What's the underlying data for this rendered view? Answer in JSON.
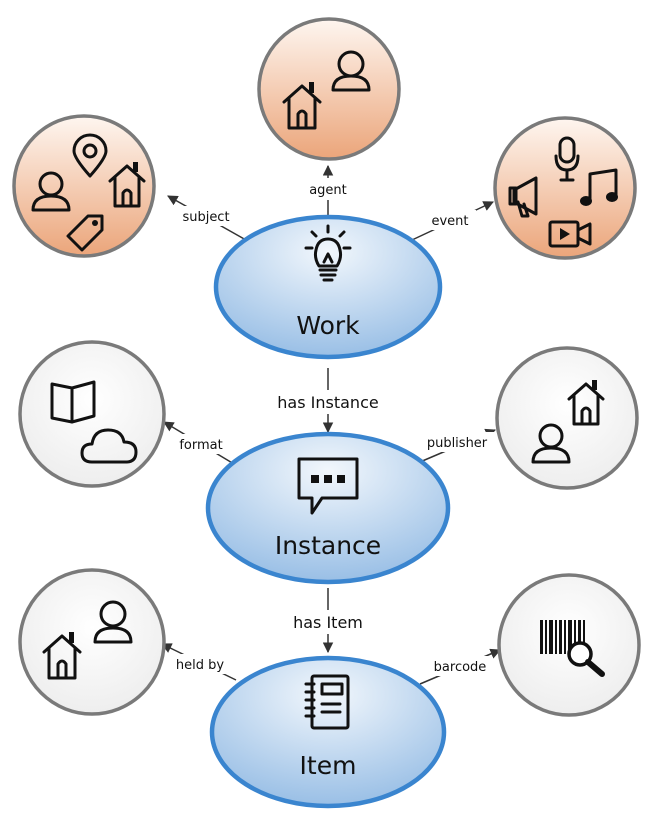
{
  "nodes": {
    "work": {
      "label": "Work",
      "icon": "lightbulb-icon"
    },
    "instance": {
      "label": "Instance",
      "icon": "speech-bubble-icon"
    },
    "item": {
      "label": "Item",
      "icon": "notebook-icon"
    }
  },
  "relations": {
    "agent": "agent",
    "subject": "subject",
    "event": "event",
    "has_instance": "has Instance",
    "format": "format",
    "publisher": "publisher",
    "has_item": "has Item",
    "held_by": "held by",
    "barcode": "barcode"
  },
  "property_circles": {
    "agent": [
      "house-icon",
      "person-icon"
    ],
    "subject": [
      "person-icon",
      "location-pin-icon",
      "house-icon",
      "tag-icon"
    ],
    "event": [
      "microphone-icon",
      "megaphone-icon",
      "music-note-icon",
      "video-camera-icon"
    ],
    "format": [
      "book-icon",
      "cloud-icon"
    ],
    "publisher": [
      "house-icon",
      "person-icon"
    ],
    "held_by": [
      "person-icon",
      "house-icon"
    ],
    "barcode": [
      "barcode-icon",
      "magnifier-icon"
    ]
  },
  "colors": {
    "main_fill_top": "#eef4fb",
    "main_fill_bottom": "#9cc0e6",
    "main_stroke": "#3a85cf",
    "orange_fill_top": "#fdf2ea",
    "orange_fill_bottom": "#eaa57a",
    "grey_fill": "#f4f4f4",
    "circle_stroke": "#7a7a7a"
  }
}
